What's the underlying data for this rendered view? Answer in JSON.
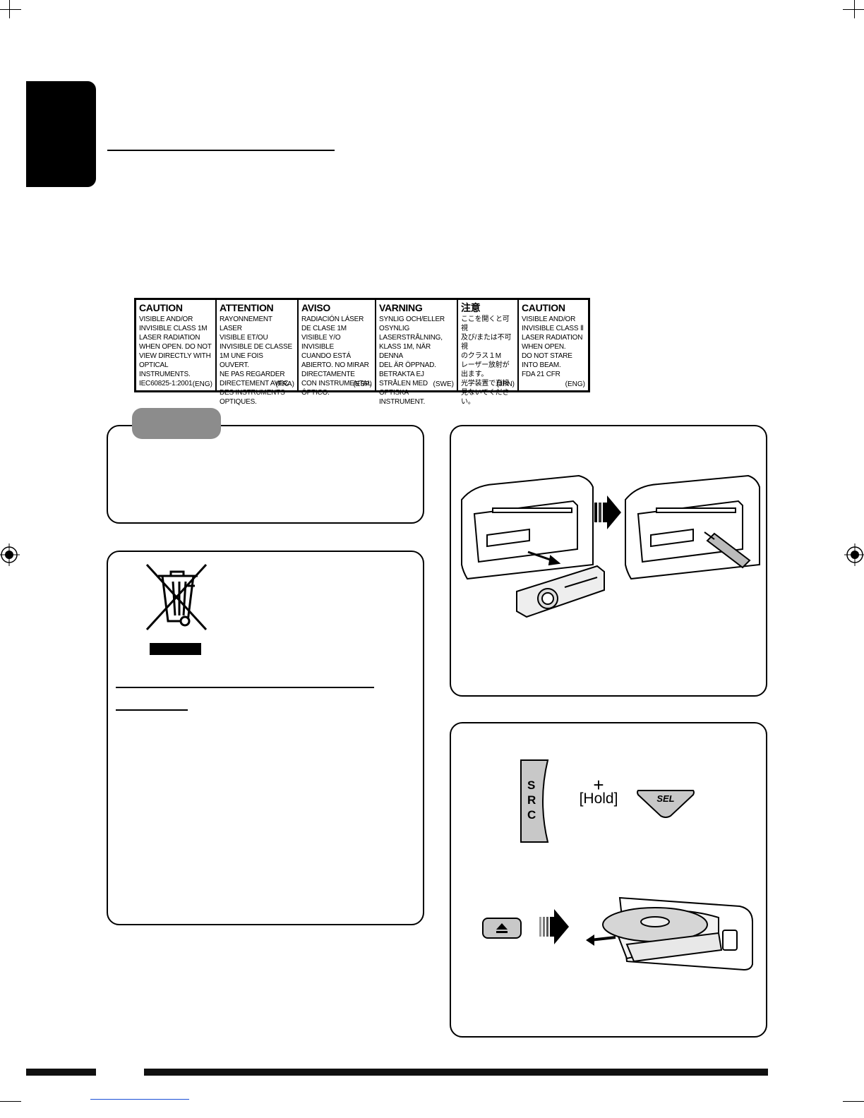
{
  "caution_label": {
    "columns": [
      {
        "heading": "CAUTION",
        "text": "VISIBLE AND/OR\nINVISIBLE CLASS 1M\nLASER RADIATION\nWHEN OPEN. DO NOT\nVIEW DIRECTLY WITH\nOPTICAL INSTRUMENTS.\n  IEC60825-1:2001",
        "tag": "(ENG)"
      },
      {
        "heading": "ATTENTION",
        "text": "RAYONNEMENT LASER\nVISIBLE ET/OU\nINVISIBLE DE CLASSE\n1M UNE FOIS OUVERT.\nNE PAS REGARDER\nDIRECTEMENT AVEC\nDES INSTRUMENTS\nOPTIQUES.",
        "tag": "(FRA)"
      },
      {
        "heading": "AVISO",
        "text": "RADIACIÓN LÁSER\nDE CLASE 1M\nVISIBLE Y/O INVISIBLE\nCUANDO ESTÁ\nABIERTO. NO MIRAR\nDIRECTAMENTE\nCON INSTRUMENTAL\nÓPTICO.",
        "tag": "(ESP)"
      },
      {
        "heading": "VARNING",
        "text": "SYNLIG OCH/ELLER\nOSYNLIG\nLASERSTRÅLNING,\nKLASS 1M, NÄR DENNA\nDEL ÄR ÖPPNAD.\nBETRAKTA EJ\nSTRÅLEN MED OPTISKA\nINSTRUMENT.",
        "tag": "(SWE)"
      },
      {
        "heading": "注意",
        "text": "ここを開くと可視\n及び/または不可視\nのクラス１M\nレーザー放射が\n出ます。\n光学装置で直接\n見ないでください。",
        "tag": "(JPN)"
      },
      {
        "heading": "CAUTION",
        "text": "VISIBLE AND/OR\nINVISIBLE CLASS Ⅱ\nLASER RADIATION\nWHEN OPEN.\nDO NOT STARE\nINTO BEAM.\n  FDA 21 CFR",
        "tag": "(ENG)"
      }
    ]
  },
  "buttons": {
    "src_letters": [
      "S",
      "R",
      "C"
    ],
    "plus": "+",
    "hold": "[Hold]",
    "sel": "SEL"
  },
  "icons": {
    "weee": "crossed-out-wheelie-bin-icon",
    "eject": "eject-icon",
    "arrow": "right-arrow-icon",
    "registration": "registration-mark-icon"
  },
  "colors": {
    "accent_gray": "#8c8c8c",
    "button_gray": "#c8c8c8",
    "link_blue": "#1a4fd6"
  }
}
